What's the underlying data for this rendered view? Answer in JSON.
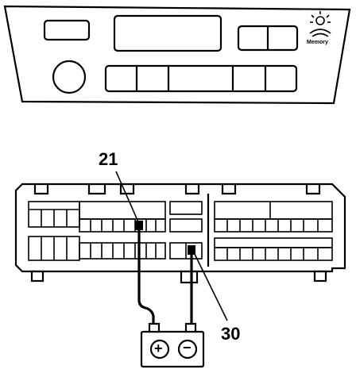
{
  "panel": {
    "icon_caption": "Memory"
  },
  "connector_callouts": [
    {
      "label": "21",
      "meaning": "connector-terminal"
    },
    {
      "label": "30",
      "meaning": "connector-terminal"
    }
  ],
  "meter": {
    "positive_symbol": "+",
    "negative_symbol": "−"
  }
}
